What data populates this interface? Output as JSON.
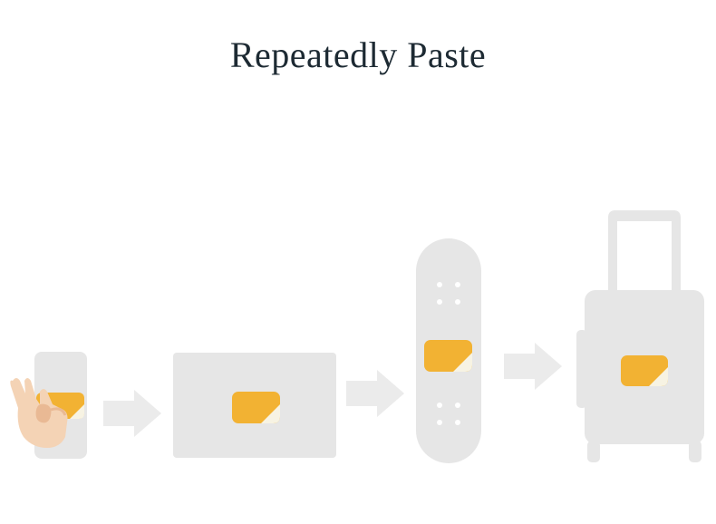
{
  "title": "Repeatedly Paste",
  "colors": {
    "object_gray": "#e6e6e6",
    "arrow_gray": "#ebebeb",
    "sticker_orange": "#f2b233",
    "sticker_peel": "#f7f3e3",
    "skin": "#f4d3b5",
    "title_text": "#1d2a33"
  },
  "steps": [
    {
      "name": "Hand applying sticker to phone"
    },
    {
      "name": "Sticker on laptop"
    },
    {
      "name": "Sticker on skateboard"
    },
    {
      "name": "Sticker on luggage"
    }
  ]
}
